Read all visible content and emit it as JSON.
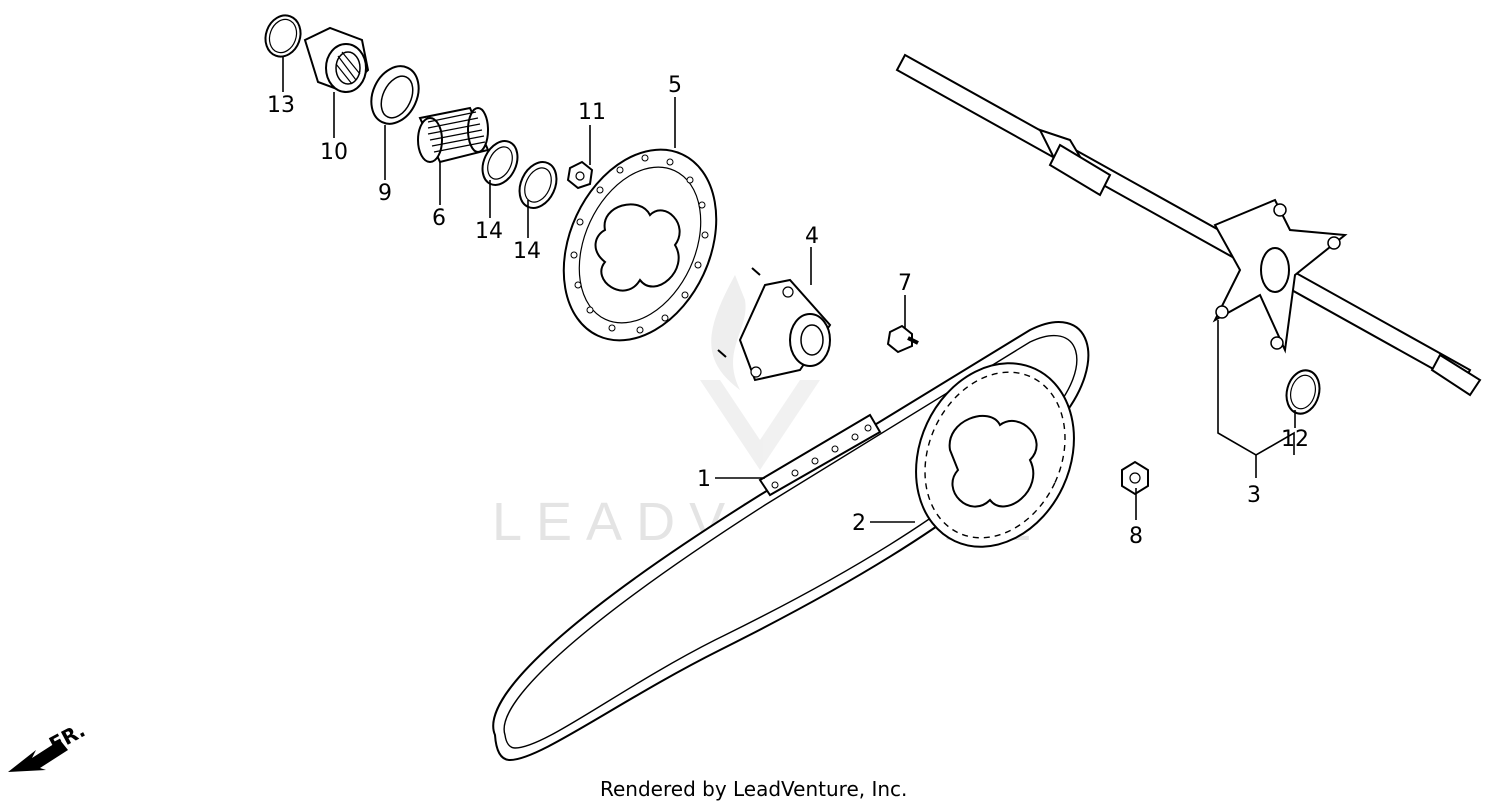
{
  "callouts": {
    "p1": "1",
    "p2": "2",
    "p3": "3",
    "p4": "4",
    "p5": "5",
    "p6": "6",
    "p7": "7",
    "p8": "8",
    "p9": "9",
    "p10": "10",
    "p11": "11",
    "p12": "12",
    "p13": "13",
    "p14a": "14",
    "p14b": "14"
  },
  "watermark": "LEADVENTURE",
  "direction_label": "FR.",
  "credit": "Rendered by LeadVenture, Inc."
}
